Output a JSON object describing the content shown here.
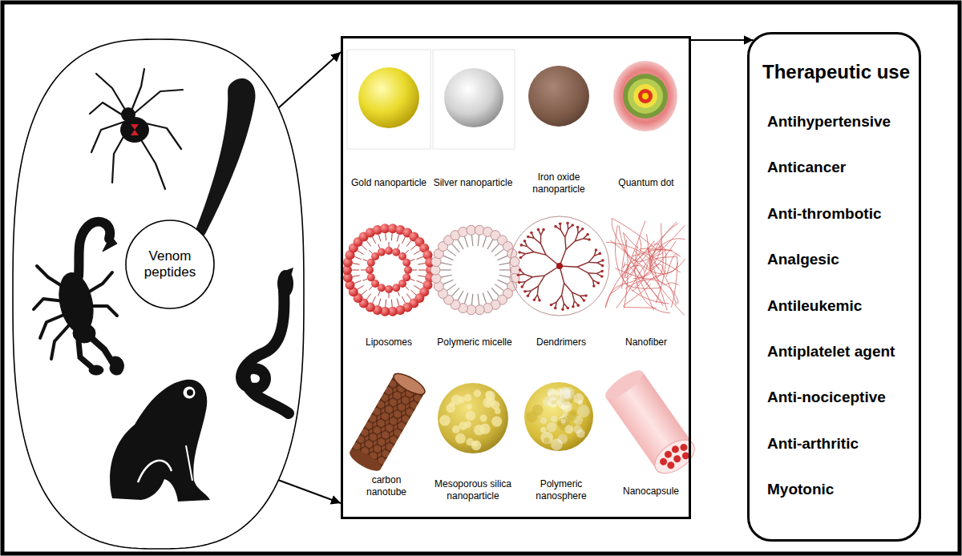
{
  "diagram": {
    "nodes": [
      {
        "text": []
      },
      {
        "text": [
          "Venom peptides"
        ],
        "in": 0
      },
      {
        "text": []
      },
      {
        "text": [
          "Gold nanoparticle"
        ],
        "in": 2
      },
      {
        "text": [
          "Silver nanoparticle"
        ],
        "in": 2
      },
      {
        "text": [
          "Iron oxide nanoparticle"
        ],
        "in": 2
      },
      {
        "text": [
          "Quantum dot"
        ],
        "in": 2
      },
      {
        "text": [
          "Liposomes"
        ],
        "in": 2
      },
      {
        "text": [
          "Polymeric micelle"
        ],
        "in": 2
      },
      {
        "text": [
          "Dendrimers"
        ],
        "in": 2
      },
      {
        "text": [
          "Nanofiber"
        ],
        "in": 2
      },
      {
        "text": [
          "carbon nanotube"
        ],
        "in": 2
      },
      {
        "text": [
          "Mesoporous silica nanoparticle"
        ],
        "in": 2
      },
      {
        "text": [
          "Polymeric nanosphere"
        ],
        "in": 2
      },
      {
        "text": [
          "Nanocapsule"
        ],
        "in": 2
      },
      {
        "text": [
          "Therapeutic use",
          "Antihypertensive",
          "Anticancer",
          "Anti-thrombotic",
          "Analgesic",
          "Antileukemic",
          "Antiplatelet agent",
          "Anti-nociceptive",
          "Anti-arthritic",
          "Myotonic"
        ]
      }
    ],
    "edges": [
      {
        "from": 0,
        "to": 2,
        "arrow": "to"
      },
      {
        "from": 0,
        "to": 2,
        "arrow": "to"
      },
      {
        "from": 2,
        "to": 15,
        "arrow": "to"
      }
    ]
  }
}
